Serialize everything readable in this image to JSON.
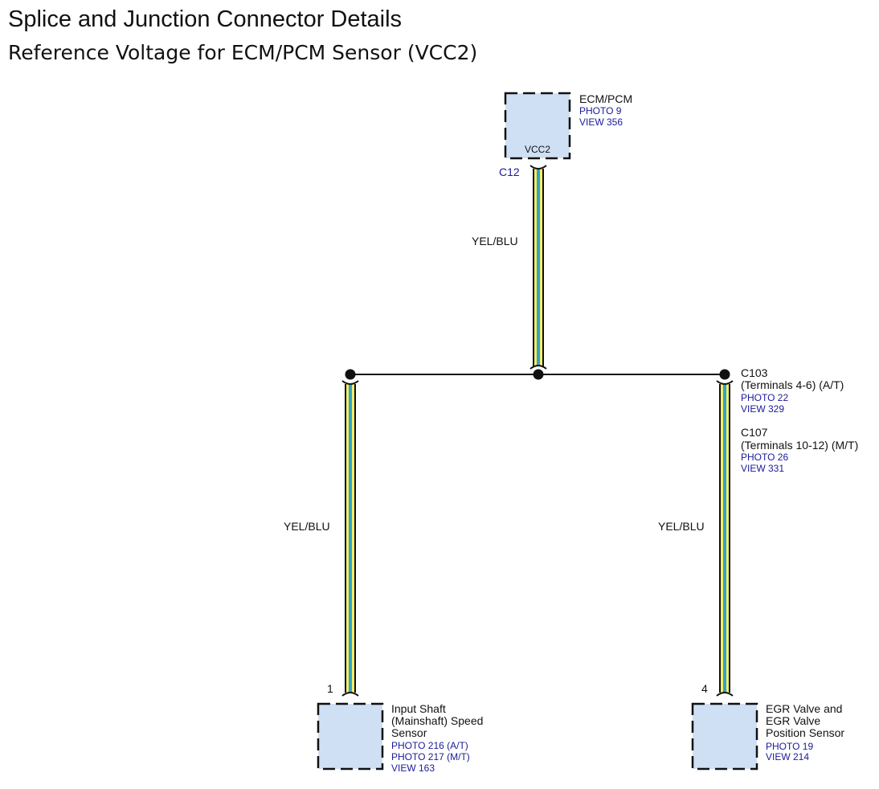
{
  "header": {
    "title": "Splice and Junction Connector Details",
    "subtitle": "Reference Voltage for ECM/PCM Sensor (VCC2)"
  },
  "colors": {
    "component_fill": "#cfe0f5",
    "wire_yellow": "#f4ee6a",
    "wire_blue": "#2ea6c9",
    "reference_text": "#1a1a9a"
  },
  "ecm": {
    "name": "ECM/PCM",
    "photo": "PHOTO 9",
    "view": "VIEW 356",
    "pin": "VCC2",
    "connector": "C12"
  },
  "wires": {
    "top": "YEL/BLU",
    "left": "YEL/BLU",
    "right": "YEL/BLU"
  },
  "junction": {
    "c103_name": "C103",
    "c103_terminals": "(Terminals 4-6) (A/T)",
    "c103_photo": "PHOTO 22",
    "c103_view": "VIEW 329",
    "c107_name": "C107",
    "c107_terminals": "(Terminals 10-12) (M/T)",
    "c107_photo": "PHOTO 26",
    "c107_view": "VIEW 331"
  },
  "input_sensor": {
    "pin": "1",
    "name_line1": "Input Shaft",
    "name_line2": "(Mainshaft) Speed",
    "name_line3": "Sensor",
    "photo_at": "PHOTO 216 (A/T)",
    "photo_mt": "PHOTO 217 (M/T)",
    "view": "VIEW 163"
  },
  "egr_sensor": {
    "pin": "4",
    "name_line1": "EGR Valve and",
    "name_line2": "EGR Valve",
    "name_line3": "Position Sensor",
    "photo": "PHOTO 19",
    "view": "VIEW 214"
  }
}
